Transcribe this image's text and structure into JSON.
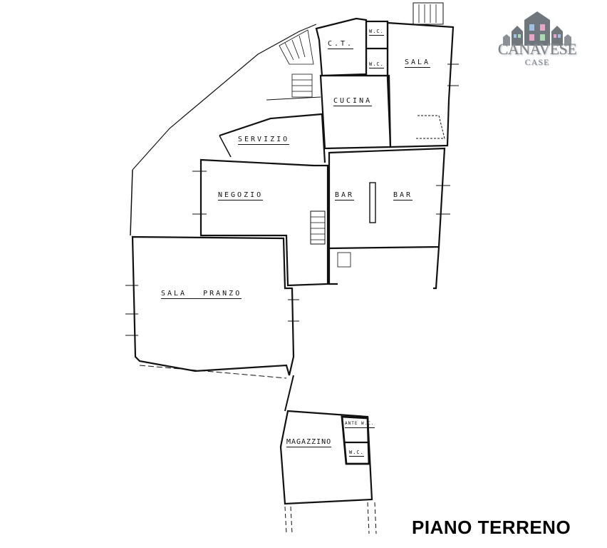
{
  "logo": {
    "name": "CANAVESE",
    "sub": "CASE",
    "colors": {
      "building": "#6f767c",
      "window_blue": "#9fc0e4",
      "window_pink": "#e8a7c4",
      "window_green": "#a8dcb0",
      "text": "#7d8389"
    }
  },
  "plan": {
    "title": "PIANO TERRENO",
    "rooms": [
      {
        "id": "ct",
        "label": "C.T."
      },
      {
        "id": "wc1",
        "label": "W.C."
      },
      {
        "id": "wc2",
        "label": "W.C."
      },
      {
        "id": "sala",
        "label": "SALA"
      },
      {
        "id": "cucina",
        "label": "CUCINA"
      },
      {
        "id": "servizio",
        "label": "SERVIZIO"
      },
      {
        "id": "negozio",
        "label": "NEGOZIO"
      },
      {
        "id": "bar1",
        "label": "BAR"
      },
      {
        "id": "bar2",
        "label": "BAR"
      },
      {
        "id": "sala_pranzo",
        "label": "SALA PRANZO"
      },
      {
        "id": "magazzino",
        "label": "MAGAZZINO"
      },
      {
        "id": "ante_wc",
        "label": "ANTE W.C."
      },
      {
        "id": "wc3",
        "label": "W.C."
      }
    ],
    "colors": {
      "wall": "#111111",
      "background": "#ffffff"
    }
  }
}
